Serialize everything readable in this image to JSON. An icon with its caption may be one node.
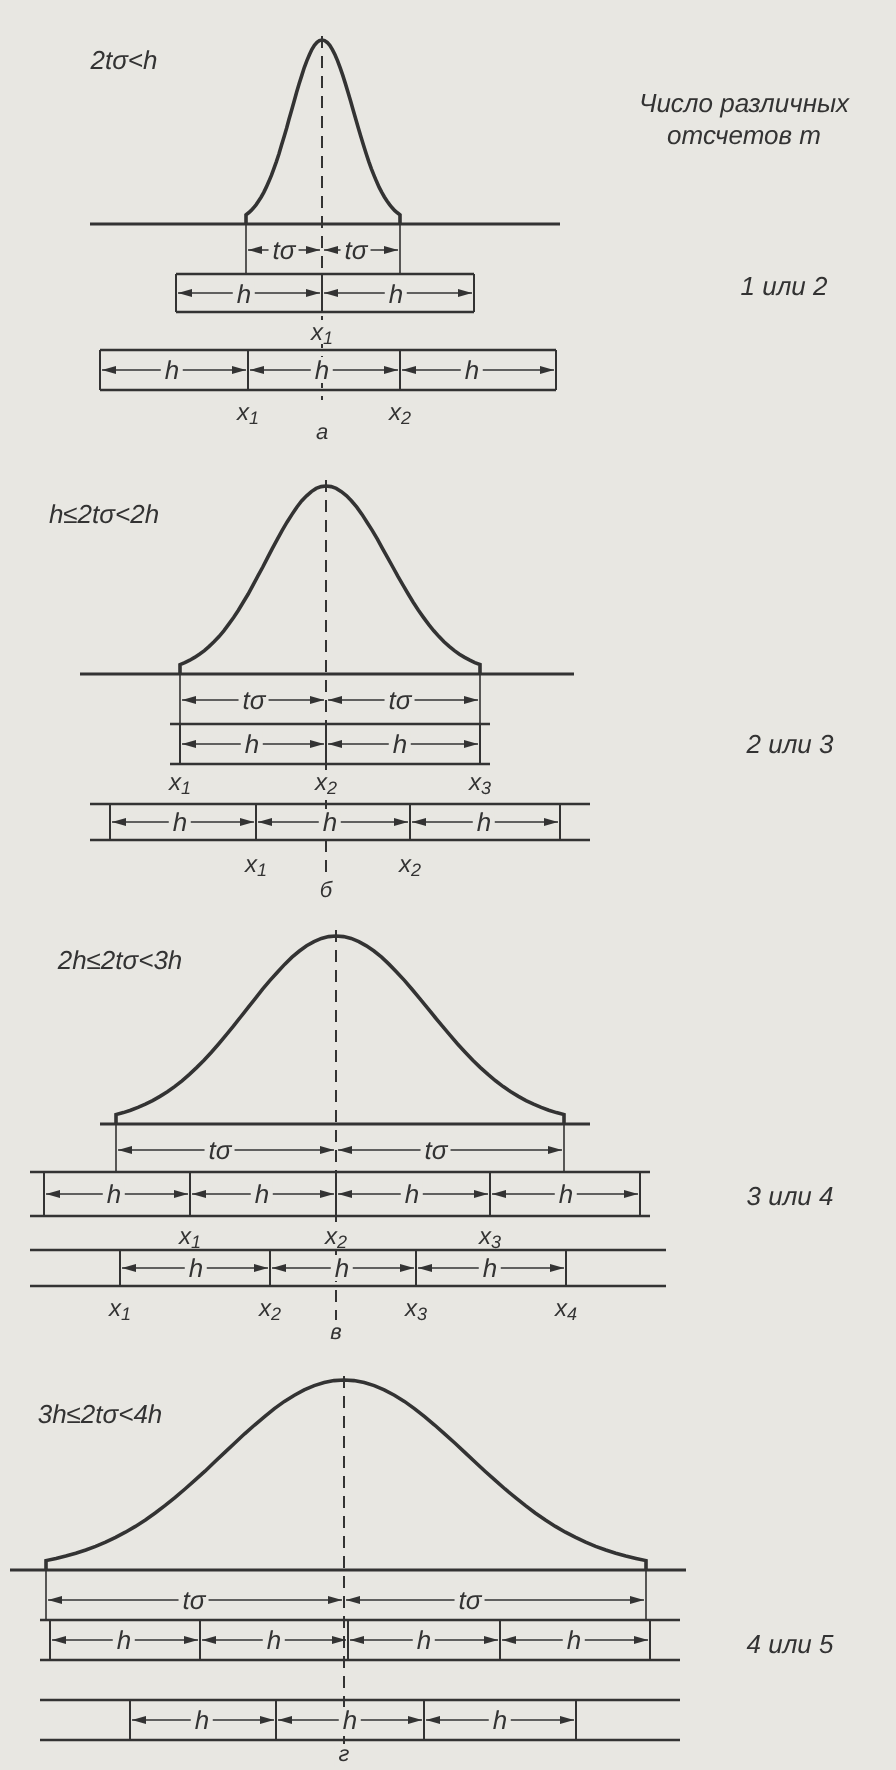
{
  "diagram": {
    "labels": [
      "2tσ<h",
      "Число различных отсчетов m",
      "tσ",
      "tσ",
      "h",
      "h",
      "x$_{1}$",
      "h",
      "h",
      "h",
      "x$_{1}$",
      "x$_{2}$",
      "а",
      "1 или 2",
      "h≤2tσ<2h",
      "tσ",
      "tσ",
      "h",
      "h",
      "x$_{1}$",
      "x$_{2}$",
      "x$_{3}$",
      "h",
      "h",
      "h",
      "x$_{1}$",
      "x$_{2}$",
      "б",
      "2 или 3",
      "2h≤2tσ<3h",
      "tσ",
      "tσ",
      "h",
      "h",
      "h",
      "h",
      "x$_{1}$",
      "x$_{2}$",
      "x$_{3}$",
      "h",
      "h",
      "h",
      "x$_{1}$",
      "x$_{2}$",
      "x$_{3}$",
      "x$_{4}$",
      "в",
      "3 или 4",
      "3h≤2tσ<4h",
      "tσ",
      "tσ",
      "h",
      "h",
      "h",
      "h",
      "h",
      "h",
      "h",
      "г",
      "4 или 5"
    ]
  }
}
